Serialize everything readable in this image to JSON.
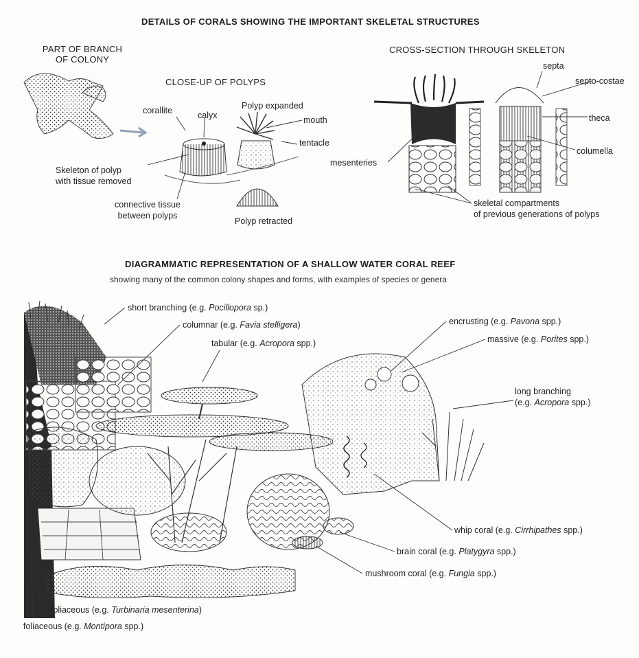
{
  "top": {
    "title": "DETAILS OF CORALS SHOWING THE IMPORTANT SKELETAL STRUCTURES",
    "branch_caption": [
      "PART OF BRANCH",
      "OF COLONY"
    ],
    "closeup_caption": "CLOSE-UP OF POLYPS",
    "cross_caption": "CROSS-SECTION THROUGH SKELETON",
    "labels": {
      "corallite": "corallite",
      "calyx": "calyx",
      "polyp_expanded": "Polyp expanded",
      "mouth": "mouth",
      "tentacle": "tentacle",
      "skeleton": [
        "Skeleton of polyp",
        "with tissue removed"
      ],
      "connective": [
        "connective tissue",
        "between polyps"
      ],
      "polyp_retracted": "Polyp retracted",
      "septa": "septa",
      "septo_costae": "septo-costae",
      "theca": "theca",
      "columella": "columella",
      "mesenteries": "mesenteries",
      "compartments": [
        "skeletal compartments",
        "of previous generations of polyps"
      ]
    }
  },
  "reef": {
    "title": "DIAGRAMMATIC REPRESENTATION OF A SHALLOW WATER CORAL REEF",
    "subtitle": "showing many of the common colony shapes and forms, with examples of species or genera",
    "labels": {
      "short_branching": {
        "pre": "short branching (e.g. ",
        "it": "Pocillopora",
        "post": " sp.)"
      },
      "columnar": {
        "pre": "columnar (e.g. ",
        "it": "Favia stelligera",
        "post": ")"
      },
      "tabular": {
        "pre": "tabular (e.g. ",
        "it": "Acropora",
        "post": " spp.)"
      },
      "encrusting": {
        "pre": "encrusting (e.g. ",
        "it": "Pavona",
        "post": " spp.)"
      },
      "massive": {
        "pre": "massive (e.g. ",
        "it": "Porites",
        "post": " spp.)"
      },
      "long_branching_1": "long branching",
      "long_branching_2": {
        "pre": "(e.g. ",
        "it": "Acropora",
        "post": " spp.)"
      },
      "whip": {
        "pre": "whip coral (e.g. ",
        "it": "Cirrhipathes",
        "post": " spp.)"
      },
      "brain": {
        "pre": "brain coral (e.g. ",
        "it": "Platygyra",
        "post": " spp.)"
      },
      "mushroom": {
        "pre": "mushroom coral (e.g. ",
        "it": "Fungia",
        "post": " spp.)"
      },
      "foliaceous_1": {
        "pre": "foliaceous (e.g. ",
        "it": "Turbinaria mesenterina",
        "post": ")"
      },
      "foliaceous_2": {
        "pre": "foliaceous (e.g. ",
        "it": "Montipora",
        "post": " spp.)"
      }
    }
  }
}
